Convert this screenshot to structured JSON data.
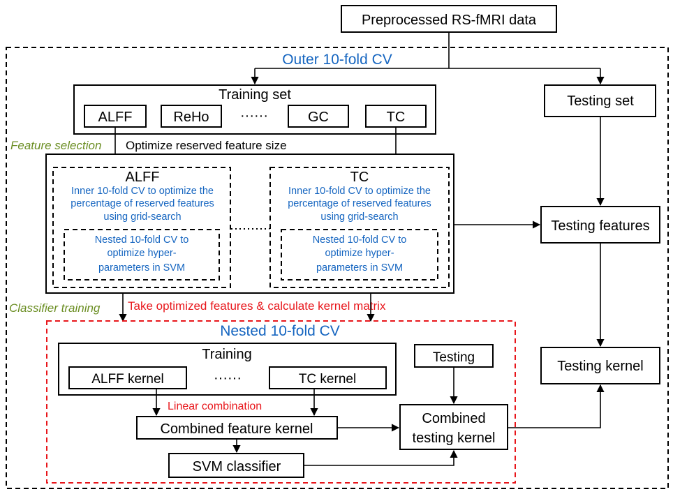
{
  "nodes": {
    "preprocessed": "Preprocessed RS-fMRI data",
    "outer_cv": "Outer 10-fold CV",
    "training_set": "Training set",
    "alff": "ALFF",
    "reho": "ReHo",
    "ellipsis": "······",
    "gc": "GC",
    "tc": "TC",
    "testing_set": "Testing set",
    "feature_selection": "Feature selection",
    "optimize_size": "Optimize reserved feature size",
    "alff_panel_title": "ALFF",
    "tc_panel_title": "TC",
    "inner_cv_line1": "Inner 10-fold CV to optimize the",
    "inner_cv_line2": "percentage of reserved features",
    "inner_cv_line3": "using grid-search",
    "nested_line1": "Nested 10-fold CV to",
    "nested_line2": "optimize hyper-",
    "nested_line3": "parameters in SVM",
    "testing_features": "Testing features",
    "classifier_training": "Classifier training",
    "take_optimized": "Take optimized features & calculate kernel matrix",
    "nested_cv": "Nested 10-fold CV",
    "training": "Training",
    "alff_kernel": "ALFF kernel",
    "tc_kernel": "TC kernel",
    "linear_combination": "Linear combination",
    "combined_feature_kernel": "Combined feature kernel",
    "svm_classifier": "SVM classifier",
    "testing": "Testing",
    "combined_testing_line1": "Combined",
    "combined_testing_line2": "testing kernel",
    "testing_kernel": "Testing kernel"
  },
  "colors": {
    "blue_text": "#1565c0",
    "red_text": "#e8161b",
    "green_text": "#6b8e23"
  }
}
